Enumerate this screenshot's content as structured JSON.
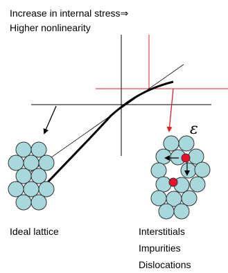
{
  "heading": {
    "line1": "Increase in internal stress",
    "arrow": "⇒",
    "line2": "Higher nonlinearity"
  },
  "strain_symbol": "ε",
  "ideal_lattice": {
    "label": "Ideal lattice"
  },
  "defect_lattice": {
    "labels": [
      "Interstitials",
      "Impurities",
      "Dislocations"
    ]
  },
  "colors": {
    "axis": "#000000",
    "stress_marker": "#e02020",
    "atom_fill": "#a8d8dc",
    "atom_stroke": "#333333",
    "defect_atom_fill": "#e8112d"
  }
}
